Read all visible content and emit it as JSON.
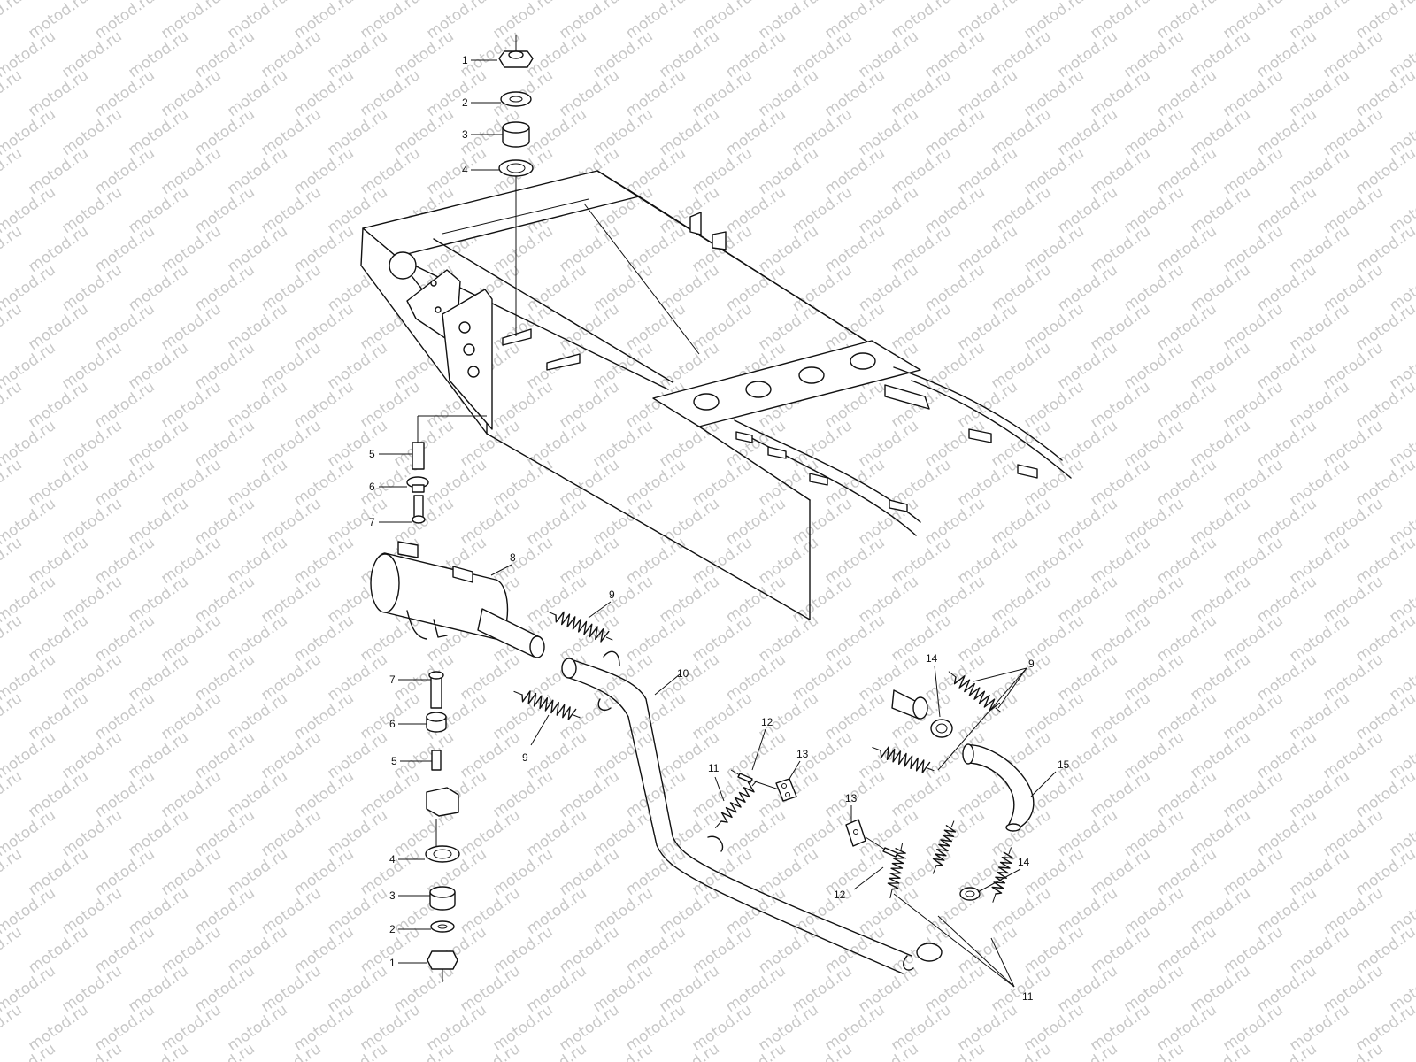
{
  "watermark": {
    "text": "motod.ru",
    "color": "#c8c8c8"
  },
  "callouts": [
    {
      "id": "c1a",
      "text": "1"
    },
    {
      "id": "c2a",
      "text": "2"
    },
    {
      "id": "c3a",
      "text": "3"
    },
    {
      "id": "c4a",
      "text": "4"
    },
    {
      "id": "c5a",
      "text": "5"
    },
    {
      "id": "c6a",
      "text": "6"
    },
    {
      "id": "c7a",
      "text": "7"
    },
    {
      "id": "c8",
      "text": "8"
    },
    {
      "id": "c9a",
      "text": "9"
    },
    {
      "id": "c7b",
      "text": "7"
    },
    {
      "id": "c6b",
      "text": "6"
    },
    {
      "id": "c5b",
      "text": "5"
    },
    {
      "id": "c9b",
      "text": "9"
    },
    {
      "id": "c10",
      "text": "10"
    },
    {
      "id": "c4b",
      "text": "4"
    },
    {
      "id": "c3b",
      "text": "3"
    },
    {
      "id": "c2b",
      "text": "2"
    },
    {
      "id": "c1b",
      "text": "1"
    },
    {
      "id": "c12a",
      "text": "12"
    },
    {
      "id": "c13a",
      "text": "13"
    },
    {
      "id": "c11a",
      "text": "11"
    },
    {
      "id": "c14a",
      "text": "14"
    },
    {
      "id": "c9c",
      "text": "9"
    },
    {
      "id": "c15",
      "text": "15"
    },
    {
      "id": "c13b",
      "text": "13"
    },
    {
      "id": "c12b",
      "text": "12"
    },
    {
      "id": "c14b",
      "text": "14"
    },
    {
      "id": "c11b",
      "text": "11"
    }
  ]
}
